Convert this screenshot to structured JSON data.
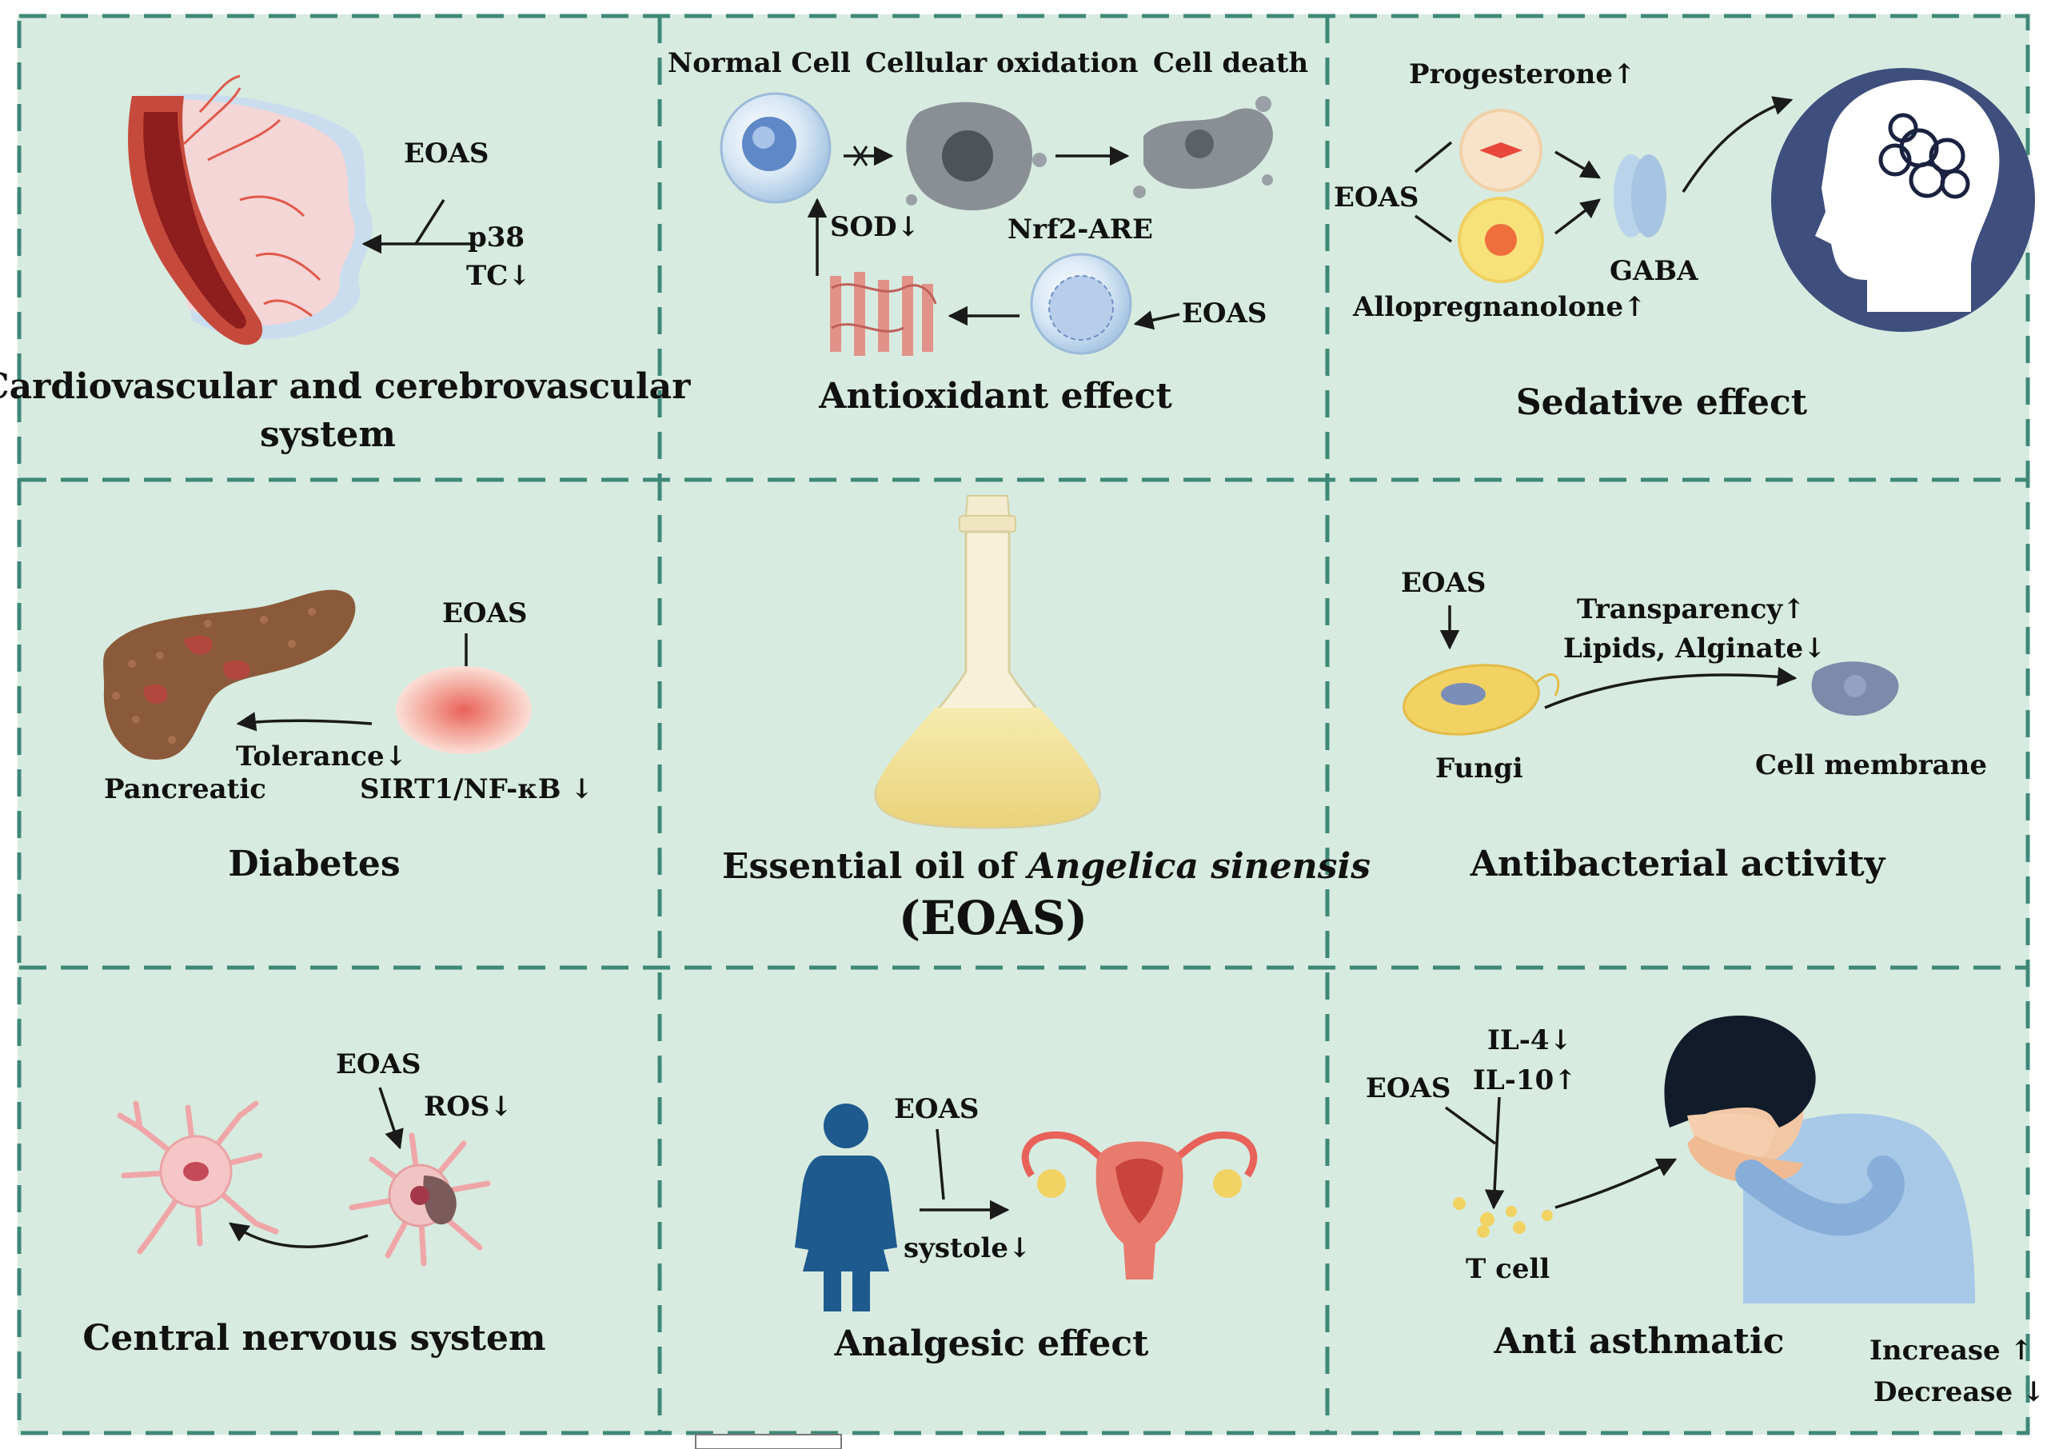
{
  "colors": {
    "panel_bg": "#d7ebe0",
    "grid_line": "#3f8878",
    "text": "#111111"
  },
  "panels": {
    "cardio": {
      "title_line1": "Cardiovascular and cerebrovascular",
      "title_line2": "system",
      "eoas": "EOAS",
      "p38": "p38",
      "tc": "TC↓",
      "icon": "blood-vessel-heart-icon"
    },
    "antioxidant": {
      "normal_cell": "Normal Cell",
      "cellular_oxidation": "Cellular oxidation",
      "cell_death": "Cell death",
      "sod": "SOD↓",
      "nrf2": "Nrf2-ARE",
      "eoas": "EOAS",
      "title": "Antioxidant effect"
    },
    "sedative": {
      "progesterone": "Progesterone↑",
      "eoas": "EOAS",
      "allopregnanolone": "Allopregnanolone↑",
      "gaba": "GABA",
      "title": "Sedative effect"
    },
    "diabetes": {
      "eoas": "EOAS",
      "tolerance": "Tolerance↓",
      "pancreatic": "Pancreatic",
      "sirt": "SIRT1/NF-κB ↓",
      "title": "Diabetes"
    },
    "center": {
      "title_prefix": "Essential oil of ",
      "title_italic": "Angelica sinensis",
      "abbrev": "(EOAS)"
    },
    "antibacterial": {
      "eoas": "EOAS",
      "transparency": "Transparency↑",
      "lipids": "Lipids, Alginate↓",
      "fungi": "Fungi",
      "cell_membrane": "Cell membrane",
      "title": "Antibacterial activity"
    },
    "cns": {
      "eoas": "EOAS",
      "ros": "ROS↓",
      "title": "Central nervous system"
    },
    "analgesic": {
      "eoas": "EOAS",
      "systole": "systole↓",
      "title": "Analgesic effect"
    },
    "asthma": {
      "il4": "IL-4↓",
      "il10": "IL-10↑",
      "eoas": "EOAS",
      "tcell": "T cell",
      "title": "Anti asthmatic",
      "legend_increase": "Increase ↑",
      "legend_decrease": "Decrease ↓"
    }
  }
}
